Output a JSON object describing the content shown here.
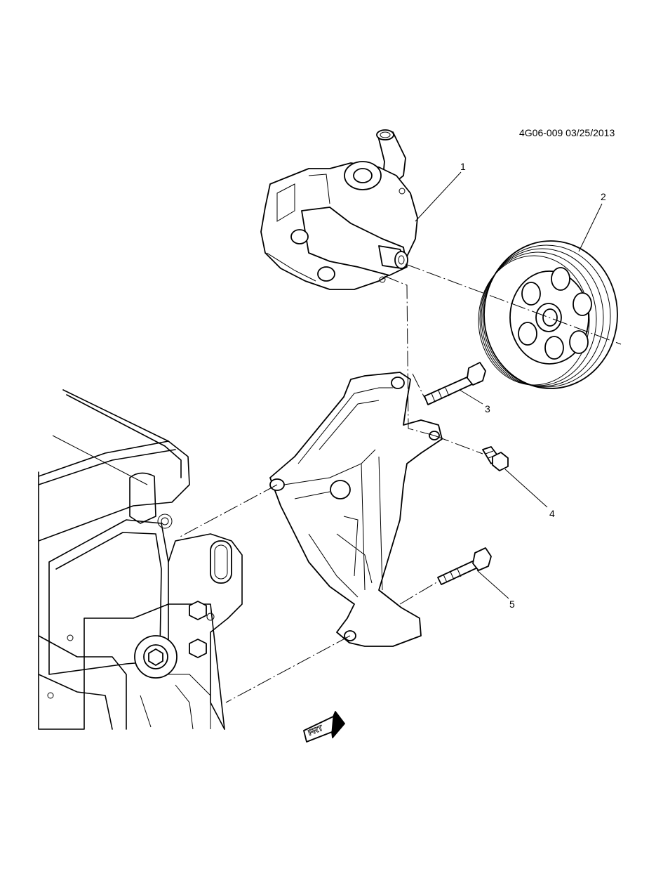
{
  "diagram": {
    "reference_code": "4G06-009 03/25/2013",
    "callouts": [
      {
        "id": "1",
        "label": "1"
      },
      {
        "id": "2",
        "label": "2"
      },
      {
        "id": "3",
        "label": "3"
      },
      {
        "id": "4",
        "label": "4"
      },
      {
        "id": "5",
        "label": "5"
      }
    ],
    "direction_marker": {
      "text": "FRT",
      "icon": "front-arrow-icon"
    }
  }
}
